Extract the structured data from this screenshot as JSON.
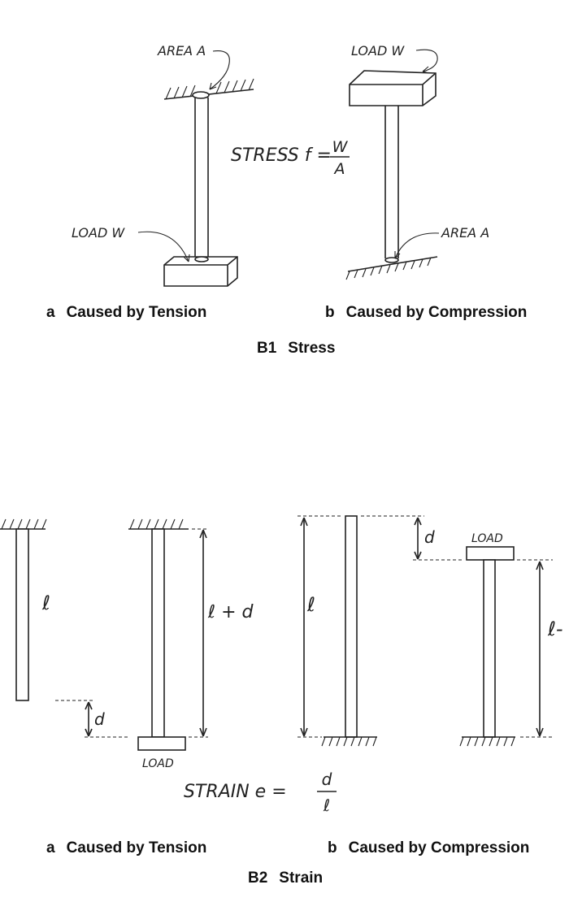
{
  "stress": {
    "title_number": "B1",
    "title_text": "Stress",
    "formula_prefix": "STRESS f =",
    "formula_num": "W",
    "formula_den": "A",
    "tension": {
      "area_label": "AREA A",
      "load_label": "LOAD W",
      "caption_letter": "a",
      "caption_text": "Caused by Tension"
    },
    "compression": {
      "load_label": "LOAD W",
      "area_label": "AREA A",
      "caption_letter": "b",
      "caption_text": "Caused by Compression"
    }
  },
  "strain": {
    "title_number": "B2",
    "title_text": "Strain",
    "formula_prefix": "STRAIN e =",
    "formula_num": "d",
    "formula_den": "ℓ",
    "tension": {
      "orig_length_label": "ℓ",
      "stretched_length_label": "ℓ + d",
      "delta_label": "d",
      "load_label": "LOAD",
      "caption_letter": "a",
      "caption_text": "Caused by Tension"
    },
    "compression": {
      "orig_length_label": "ℓ",
      "delta_label": "d",
      "load_label": "LOAD",
      "short_length_label": "ℓ-",
      "caption_letter": "b",
      "caption_text": "Caused by Compression"
    }
  }
}
